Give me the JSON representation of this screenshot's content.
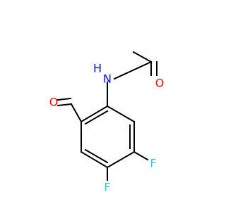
{
  "molecule": {
    "atoms": [
      {
        "id": "N1",
        "label": "N",
        "color": "#0000ff"
      },
      {
        "id": "H1",
        "label": "H",
        "color": "#0000ff"
      },
      {
        "id": "O1",
        "label": "O",
        "color": "#ff0000"
      },
      {
        "id": "O2",
        "label": "O",
        "color": "#ff0000"
      },
      {
        "id": "F1",
        "label": "F",
        "color": "#33cccc"
      },
      {
        "id": "F2",
        "label": "F",
        "color": "#33cccc"
      }
    ],
    "bond_color": "#000000"
  }
}
